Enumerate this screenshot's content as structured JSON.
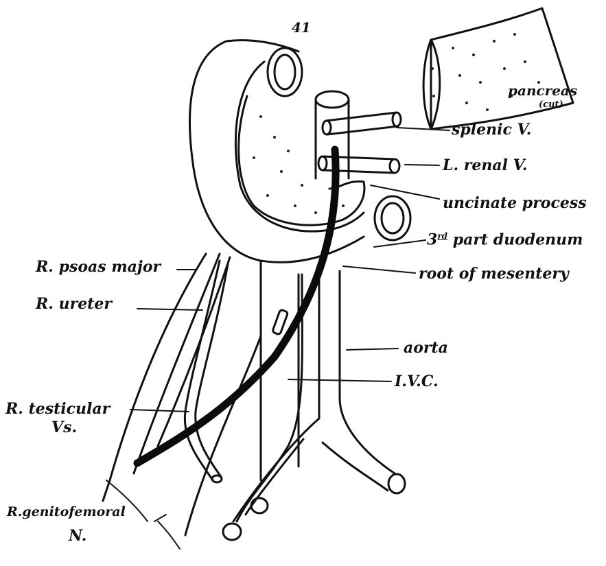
{
  "page_number": "41",
  "labels": {
    "pancreas": "pancreas",
    "pancreas_cut": "(cut)",
    "splenic_v": "splenic V.",
    "l_renal_v": "L. renal V.",
    "uncinate_process": "uncinate process",
    "third_part_num": "3",
    "third_part_sup": "rd",
    "third_part_text": "part duodenum",
    "root_mesentery": "root of mesentery",
    "r_psoas_major": "R. psoas major",
    "r_ureter": "R. ureter",
    "aorta": "aorta",
    "ivc": "I.V.C.",
    "r_testicular": "R. testicular",
    "r_testicular_vs": "Vs.",
    "r_genitofemoral": "R.genitofemoral",
    "r_genitofemoral_n": "N."
  }
}
